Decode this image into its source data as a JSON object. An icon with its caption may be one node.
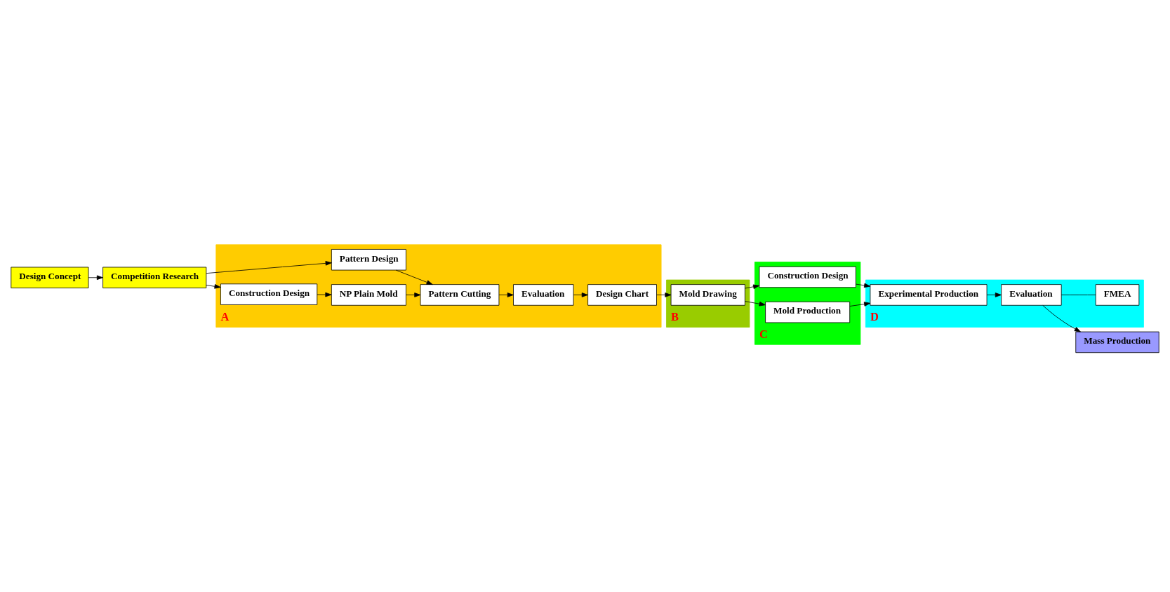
{
  "diagram": {
    "nodes": [
      {
        "text": [
          "Design Concept"
        ]
      },
      {
        "text": [
          "Competition Research"
        ]
      },
      {
        "text": [
          "A"
        ]
      },
      {
        "text": [
          "Pattern Design"
        ],
        "in": 2
      },
      {
        "text": [
          "Construction Design"
        ],
        "in": 2
      },
      {
        "text": [
          "NP Plain Mold"
        ],
        "in": 2
      },
      {
        "text": [
          "Pattern Cutting"
        ],
        "in": 2
      },
      {
        "text": [
          "Evaluation"
        ],
        "in": 2
      },
      {
        "text": [
          "Design Chart"
        ],
        "in": 2
      },
      {
        "text": [
          "B"
        ]
      },
      {
        "text": [
          "Mold Drawing"
        ],
        "in": 9
      },
      {
        "text": [
          "C"
        ]
      },
      {
        "text": [
          "Construction Design"
        ],
        "in": 11
      },
      {
        "text": [
          "Mold Production"
        ],
        "in": 11
      },
      {
        "text": [
          "D"
        ]
      },
      {
        "text": [
          "Experimental Production"
        ],
        "in": 14
      },
      {
        "text": [
          "Evaluation"
        ],
        "in": 14
      },
      {
        "text": [
          "FMEA"
        ],
        "in": 14
      },
      {
        "text": [
          "Mass Production"
        ]
      }
    ],
    "edges": [
      {
        "from": 0,
        "to": 1,
        "arrow": "to"
      },
      {
        "from": 1,
        "to": 3,
        "arrow": "to"
      },
      {
        "from": 1,
        "to": 4,
        "arrow": "to"
      },
      {
        "from": 4,
        "to": 5,
        "arrow": "to"
      },
      {
        "from": 3,
        "to": 6,
        "arrow": "to"
      },
      {
        "from": 5,
        "to": 6,
        "arrow": "to"
      },
      {
        "from": 6,
        "to": 7,
        "arrow": "to"
      },
      {
        "from": 7,
        "to": 8,
        "arrow": "to"
      },
      {
        "from": 8,
        "to": 10,
        "arrow": "to"
      },
      {
        "from": 10,
        "to": 12,
        "arrow": "to"
      },
      {
        "from": 10,
        "to": 13,
        "arrow": "to"
      },
      {
        "from": 12,
        "to": 15,
        "arrow": "to"
      },
      {
        "from": 13,
        "to": 15,
        "arrow": "to"
      },
      {
        "from": 15,
        "to": 16,
        "arrow": "to"
      },
      {
        "from": 16,
        "to": 18,
        "arrow": "to"
      },
      {
        "from": 16,
        "to": 17,
        "arrow": "none"
      }
    ]
  }
}
